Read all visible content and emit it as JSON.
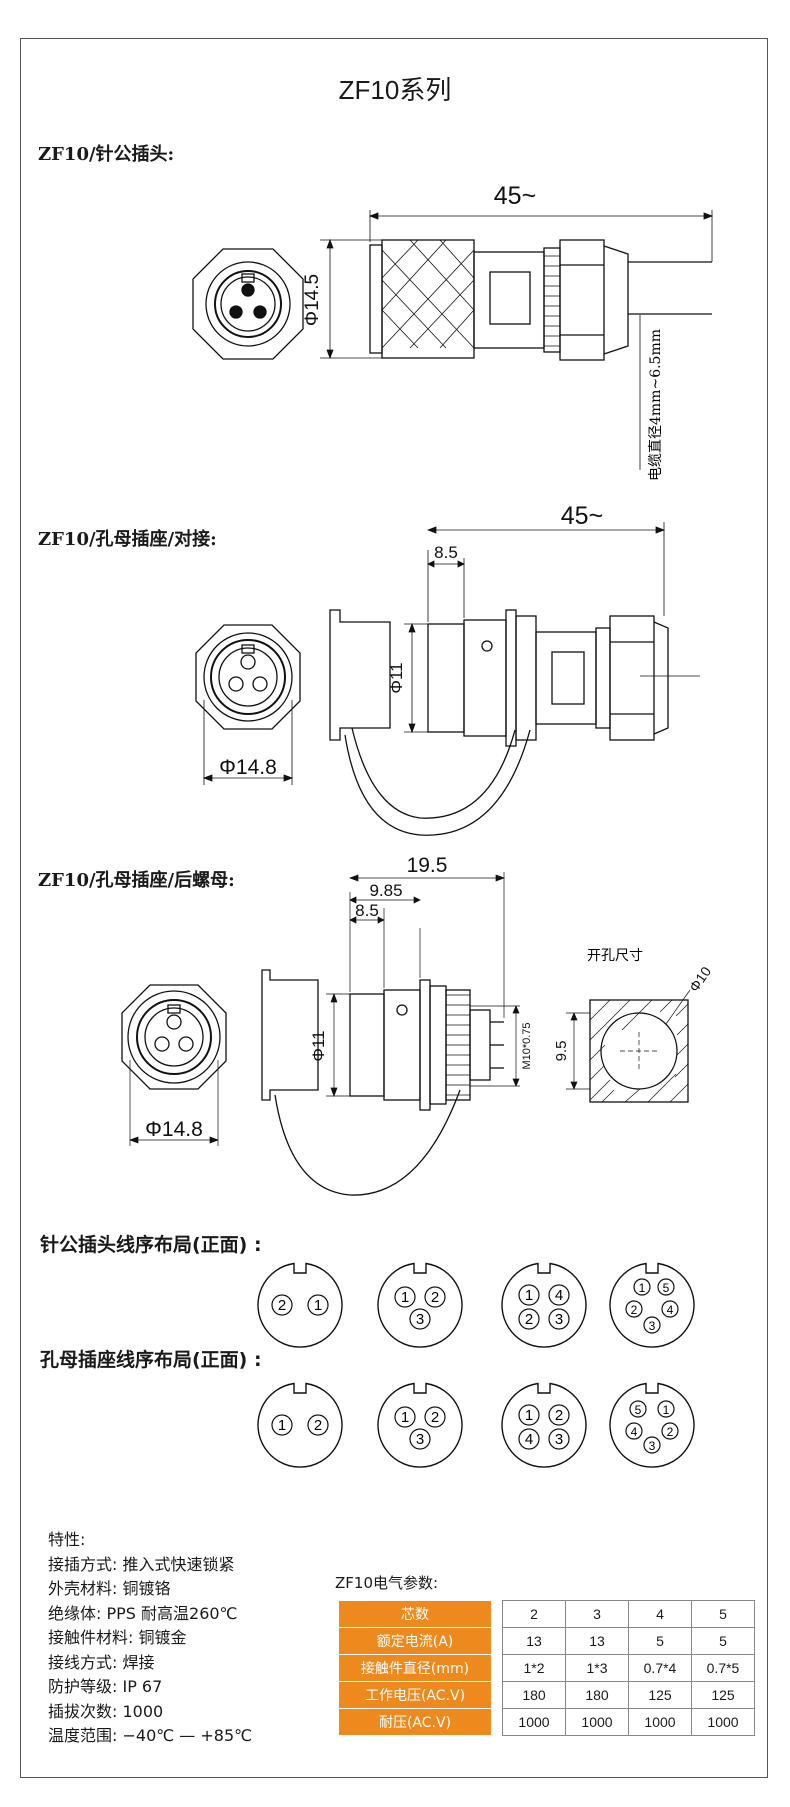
{
  "title": "ZF10系列",
  "sections": {
    "plug": "ZF10/针公插头:",
    "socket_docking": "ZF10/孔母插座/对接:",
    "socket_rear_nut": "ZF10/孔母插座/后螺母:",
    "male_layout": "针公插头线序布局(正面) :",
    "female_layout": "孔母插座线序布局(正面) :"
  },
  "drawing1": {
    "length": "45~",
    "diameter": "Φ14.5",
    "cable_note": "电缆直径4mm~6.5mm"
  },
  "drawing2": {
    "length": "45~",
    "offset": "8.5",
    "diameter": "Φ11",
    "front_diameter": "Φ14.8"
  },
  "drawing3": {
    "total": "19.5",
    "mid": "9.85",
    "offset": "8.5",
    "diameter": "Φ11",
    "thread": "M10*0.75",
    "front_diameter": "Φ14.8",
    "cutout_label": "开孔尺寸",
    "cutout_diameter": "Φ10",
    "cutout_height": "9.5"
  },
  "pin_layouts": {
    "male": [
      [
        "2",
        "1"
      ],
      [
        "1",
        "2",
        "3"
      ],
      [
        "1",
        "4",
        "2",
        "3"
      ],
      [
        "1",
        "5",
        "2",
        "4",
        "3"
      ]
    ],
    "female": [
      [
        "1",
        "2"
      ],
      [
        "1",
        "2",
        "3"
      ],
      [
        "1",
        "2",
        "4",
        "3"
      ],
      [
        "5",
        "1",
        "4",
        "2",
        "3"
      ]
    ]
  },
  "features": {
    "heading": "特性:",
    "lines": [
      "接插方式: 推入式快速锁紧",
      "外壳材料: 铜镀铬",
      "绝缘体: PPS 耐高温260℃",
      "接触件材料: 铜镀金",
      "接线方式: 焊接",
      "防护等级: IP 67",
      "插拔次数: 1000",
      "温度范围: −40℃ — +85℃"
    ]
  },
  "params": {
    "title": "ZF10电气参数:",
    "rows": [
      {
        "label": "芯数",
        "values": [
          "2",
          "3",
          "4",
          "5"
        ]
      },
      {
        "label": "额定电流(A)",
        "values": [
          "13",
          "13",
          "5",
          "5"
        ]
      },
      {
        "label": "接触件直径(mm)",
        "values": [
          "1*2",
          "1*3",
          "0.7*4",
          "0.7*5"
        ]
      },
      {
        "label": "工作电压(AC.V)",
        "values": [
          "180",
          "180",
          "125",
          "125"
        ]
      },
      {
        "label": "耐压(AC.V)",
        "values": [
          "1000",
          "1000",
          "1000",
          "1000"
        ]
      }
    ]
  },
  "colors": {
    "header_orange": "#ee8a1d",
    "line": "#111111"
  }
}
